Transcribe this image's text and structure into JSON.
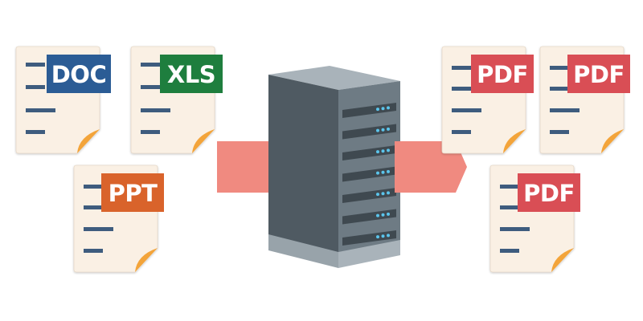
{
  "inputs": [
    {
      "label": "DOC",
      "badge_color": "#2B5C95"
    },
    {
      "label": "XLS",
      "badge_color": "#1E7E3E"
    },
    {
      "label": "PPT",
      "badge_color": "#D9632B"
    }
  ],
  "outputs": [
    {
      "label": "PDF",
      "badge_color": "#D94E55"
    },
    {
      "label": "PDF",
      "badge_color": "#D94E55"
    },
    {
      "label": "PDF",
      "badge_color": "#D94E55"
    }
  ],
  "colors": {
    "page": "#FAF0E4",
    "page_edge": "#E6D8C8",
    "line": "#3E5C7E",
    "fold": "#F3A43A",
    "arrow": "#F08A80",
    "server_front": "#6E7B84",
    "server_side": "#4F5A62",
    "server_top": "#A9B3BA",
    "server_base": "#98A3AA",
    "led": "#5BC5EC"
  },
  "icons": {
    "document": "document-icon",
    "server": "server-icon",
    "arrow": "arrow-icon"
  }
}
